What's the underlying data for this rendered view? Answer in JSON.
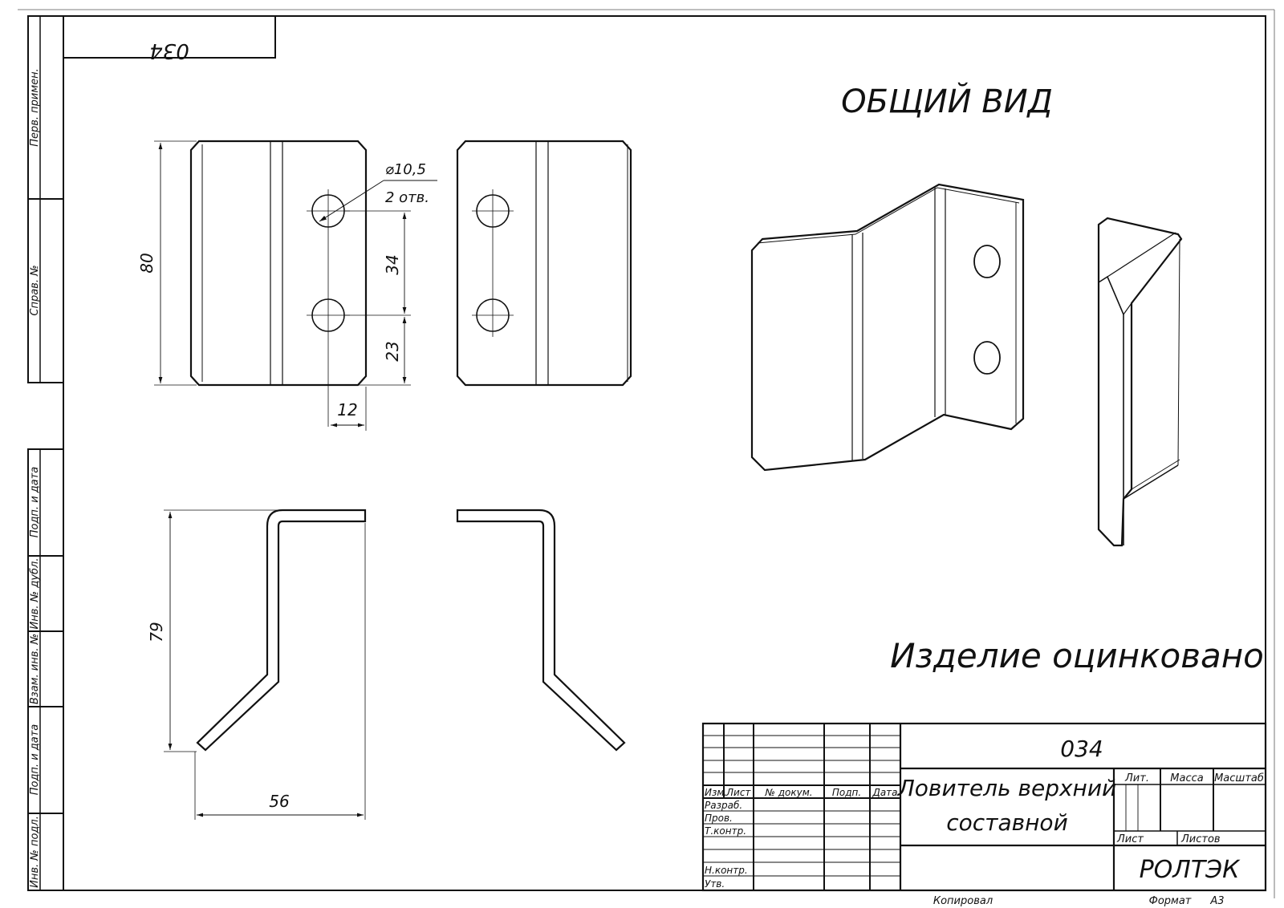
{
  "sheet": {
    "designation": "034",
    "designation_rotated": "034",
    "general_view_label": "ОБЩИЙ ВИД",
    "note": "Изделие оцинковано"
  },
  "left_column_labels": {
    "perv_primen": "Перв. примен.",
    "sprav_no": "Справ. №",
    "podp_data_1": "Подп. и дата",
    "inv_dubl": "Инв. № дубл.",
    "vzam_inv": "Взам. инв. №",
    "podp_data_2": "Подп. и дата",
    "inv_podl": "Инв. № подл."
  },
  "dimensions": {
    "height": "80",
    "hole_diameter": "⌀10,5",
    "hole_count": "2 отв.",
    "hole_spacing": "34",
    "hole_bottom": "23",
    "hole_side": "12",
    "side_height": "79",
    "side_width": "56"
  },
  "title_block": {
    "designation": "034",
    "name_line1": "Ловитель верхний",
    "name_line2": "составной",
    "col_izm": "Изм.",
    "col_list": "Лист",
    "col_doc": "№ докум.",
    "col_podp": "Подп.",
    "col_data": "Дата",
    "row_razrab": "Разраб.",
    "row_prov": "Пров.",
    "row_tkontr": "Т.контр.",
    "row_nkontr": "Н.контр.",
    "row_utv": "Утв.",
    "lit": "Лит.",
    "massa": "Масса",
    "masshtab": "Масштаб",
    "list": "Лист",
    "listov": "Листов",
    "company": "РОЛТЭК",
    "kopiroval": "Копировал",
    "format_label": "Формат",
    "format_value": "А3"
  }
}
